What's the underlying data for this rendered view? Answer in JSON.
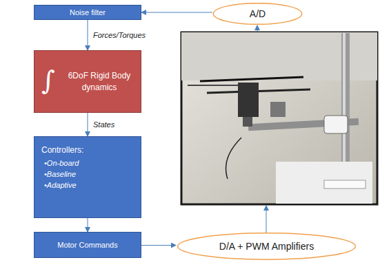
{
  "diagram": {
    "nodes": [
      {
        "text": [
          "Noise filter"
        ]
      },
      {
        "text": [
          "A/D"
        ]
      },
      {
        "text": [
          "∫",
          "6DoF Rigid Body dynamics"
        ]
      },
      {
        "text": [
          "Controllers:",
          "•On-board",
          "•Baseline",
          "•Adaptive"
        ]
      },
      {
        "text": [
          "Motor Commands"
        ]
      },
      {
        "text": [
          "D/A + PWM Amplifiers"
        ]
      }
    ],
    "edges": [
      {
        "from": 1,
        "to": 0,
        "arrow": "to"
      },
      {
        "from": 0,
        "to": 2,
        "arrow": "to",
        "label": "Forces/Torques"
      },
      {
        "from": 2,
        "to": 3,
        "arrow": "to",
        "label": "States"
      },
      {
        "from": 3,
        "to": 4,
        "arrow": "to"
      },
      {
        "from": 4,
        "to": 5,
        "arrow": "to"
      }
    ]
  }
}
